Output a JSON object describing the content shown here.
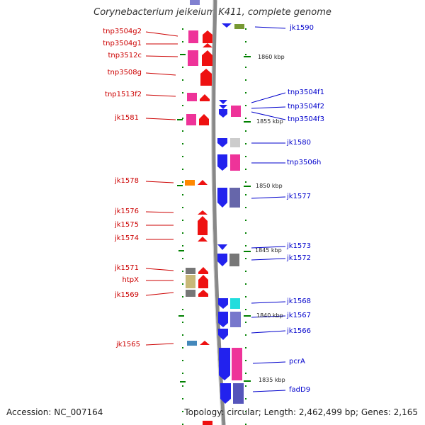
{
  "title": "Corynebacterium jeikeium K411, complete genome",
  "footer": {
    "accession": "Accession: NC_007164",
    "topology": "Topology: circular; Length: 2,462,499 bp; Genes: 2,165"
  },
  "left_labels": [
    {
      "text": "tnp3504g2",
      "gy": 51
    },
    {
      "text": "tnp3504g1",
      "gy": 62
    },
    {
      "text": "tnp3512c",
      "gy": 80
    },
    {
      "text": "tnp3508g",
      "gy": 103
    },
    {
      "text": "tnp1513f2",
      "gy": 136
    },
    {
      "text": "jk1581",
      "gy": 168
    },
    {
      "text": "jk1578",
      "gy": 258
    },
    {
      "text": "jk1576",
      "gy": 300
    },
    {
      "text": "jk1575",
      "gy": 318
    },
    {
      "text": "jk1574",
      "gy": 338
    },
    {
      "text": "jk1571",
      "gy": 380
    },
    {
      "text": "htpX",
      "gy": 396
    },
    {
      "text": "jk1569",
      "gy": 412
    },
    {
      "text": "jk1565",
      "gy": 485
    }
  ],
  "right_labels": [
    {
      "text": "jk1590",
      "gy": 38
    },
    {
      "text": "tnp3504f1",
      "gy": 150
    },
    {
      "text": "tnp3504f2",
      "gy": 157
    },
    {
      "text": "tnp3504f3",
      "gy": 163
    },
    {
      "text": "jk1580",
      "gy": 201
    },
    {
      "text": "tnp3506h",
      "gy": 229
    },
    {
      "text": "jk1577",
      "gy": 280
    },
    {
      "text": "jk1573",
      "gy": 350
    },
    {
      "text": "jk1572",
      "gy": 366
    },
    {
      "text": "jk1568",
      "gy": 428
    },
    {
      "text": "jk1567",
      "gy": 447
    },
    {
      "text": "jk1566",
      "gy": 470
    },
    {
      "text": "pcrA",
      "gy": 512
    },
    {
      "text": "fadD9",
      "gy": 553
    }
  ],
  "scale_labels": [
    "1860 kbp",
    "1855 kbp",
    "1850 kbp",
    "1845 kbp",
    "1840 kbp",
    "1835 kbp"
  ],
  "colors": {
    "left_strand_text": "#cc0000",
    "right_strand_text": "#0000cc",
    "backbone": "#888888",
    "tick_marks": "#008000"
  }
}
